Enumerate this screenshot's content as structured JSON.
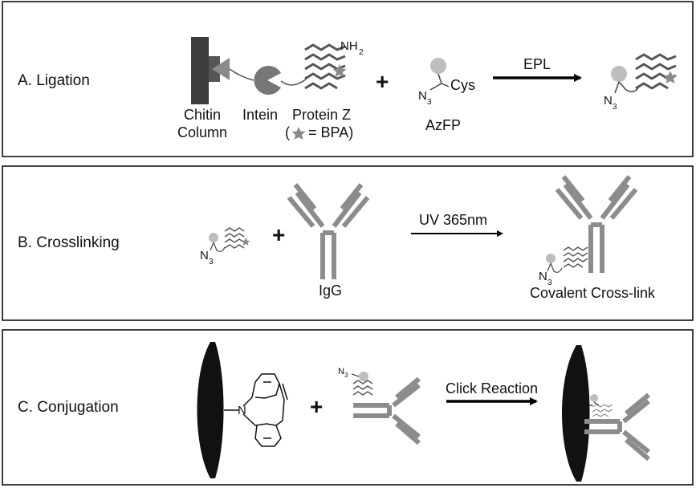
{
  "colors": {
    "dark": "#3c3c3c",
    "mid": "#8a8a8a",
    "light": "#bdbdbd",
    "protein": "#555555",
    "igg": "#8c8c8c",
    "bead": "#111111"
  },
  "panels": [
    {
      "title": "A. Ligation",
      "labels": {
        "chitin_1": "Chitin",
        "chitin_2": "Column",
        "intein": "Intein",
        "protein_z": "Protein Z",
        "bpa_pre": "(",
        "bpa_post": "= BPA)",
        "nh2": "NH",
        "nh2_sub": "2",
        "cys": "Cys",
        "n3": "N",
        "n3_sub": "3",
        "azfp": "AzFP",
        "plus": "+",
        "arrow": "EPL",
        "p_n3": "N",
        "p_n3_sub": "3"
      }
    },
    {
      "title": "B. Crosslinking",
      "labels": {
        "n3": "N",
        "n3_sub": "3",
        "plus": "+",
        "igg": "IgG",
        "arrow": "UV 365nm",
        "p_n3": "N",
        "p_n3_sub": "3",
        "product": "Covalent Cross-link"
      }
    },
    {
      "title": "C. Conjugation",
      "labels": {
        "n_atom": "N",
        "plus": "+",
        "n3": "N",
        "n3_sub": "3",
        "arrow": "Click Reaction"
      }
    }
  ],
  "icons": [
    "chitin-column-icon",
    "intein-icon",
    "protein-coil-icon",
    "bpa-star-icon",
    "fluorophore-icon",
    "igg-antibody-icon",
    "bead-icon",
    "dibenzocyclooctyne-icon"
  ]
}
